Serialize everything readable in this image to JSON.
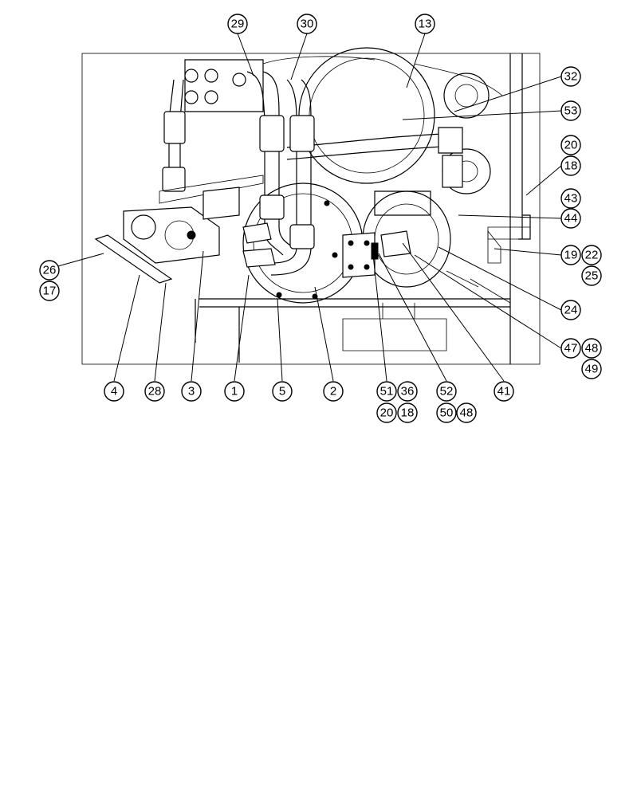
{
  "callouts": [
    {
      "id": "c29",
      "label": "29"
    },
    {
      "id": "c30",
      "label": "30"
    },
    {
      "id": "c13",
      "label": "13"
    },
    {
      "id": "c32",
      "label": "32"
    },
    {
      "id": "c53",
      "label": "53"
    },
    {
      "id": "c20a",
      "label": "20"
    },
    {
      "id": "c18a",
      "label": "18"
    },
    {
      "id": "c43",
      "label": "43"
    },
    {
      "id": "c44",
      "label": "44"
    },
    {
      "id": "c19",
      "label": "19"
    },
    {
      "id": "c22",
      "label": "22"
    },
    {
      "id": "c25",
      "label": "25"
    },
    {
      "id": "c26",
      "label": "26"
    },
    {
      "id": "c17",
      "label": "17"
    },
    {
      "id": "c24",
      "label": "24"
    },
    {
      "id": "c47",
      "label": "47"
    },
    {
      "id": "c48a",
      "label": "48"
    },
    {
      "id": "c49",
      "label": "49"
    },
    {
      "id": "c4",
      "label": "4"
    },
    {
      "id": "c28",
      "label": "28"
    },
    {
      "id": "c3",
      "label": "3"
    },
    {
      "id": "c1",
      "label": "1"
    },
    {
      "id": "c5",
      "label": "5"
    },
    {
      "id": "c2",
      "label": "2"
    },
    {
      "id": "c51",
      "label": "51"
    },
    {
      "id": "c36",
      "label": "36"
    },
    {
      "id": "c52",
      "label": "52"
    },
    {
      "id": "c41",
      "label": "41"
    },
    {
      "id": "c20b",
      "label": "20"
    },
    {
      "id": "c18b",
      "label": "18"
    },
    {
      "id": "c50",
      "label": "50"
    },
    {
      "id": "c48b",
      "label": "48"
    }
  ]
}
